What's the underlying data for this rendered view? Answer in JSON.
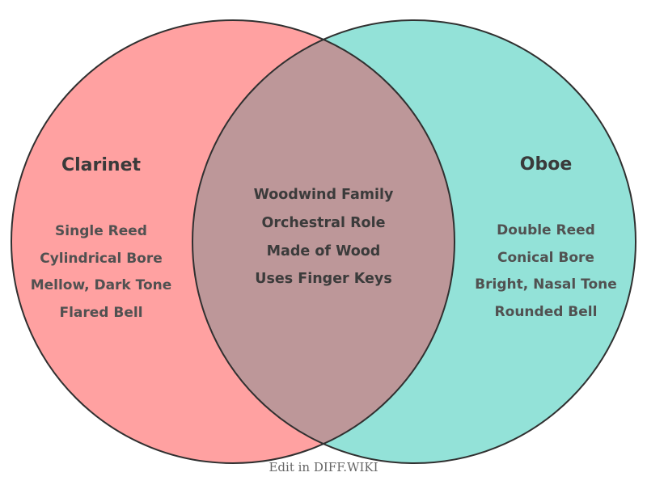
{
  "diagram": {
    "type": "venn2",
    "outline_color": "#303030",
    "left": {
      "title": "Clarinet",
      "color": "#ffa1a1",
      "items": [
        "Single Reed",
        "Cylindrical Bore",
        "Mellow, Dark Tone",
        "Flared Bell"
      ]
    },
    "right": {
      "title": "Oboe",
      "color": "#93e2d8",
      "items": [
        "Double Reed",
        "Conical Bore",
        "Bright, Nasal Tone",
        "Rounded Bell"
      ]
    },
    "intersection": {
      "color": "#bd9799",
      "items": [
        "Woodwind Family",
        "Orchestral Role",
        "Made of Wood",
        "Uses Finger Keys"
      ]
    },
    "footer": {
      "label": "Edit in DIFF.WIKI"
    }
  }
}
